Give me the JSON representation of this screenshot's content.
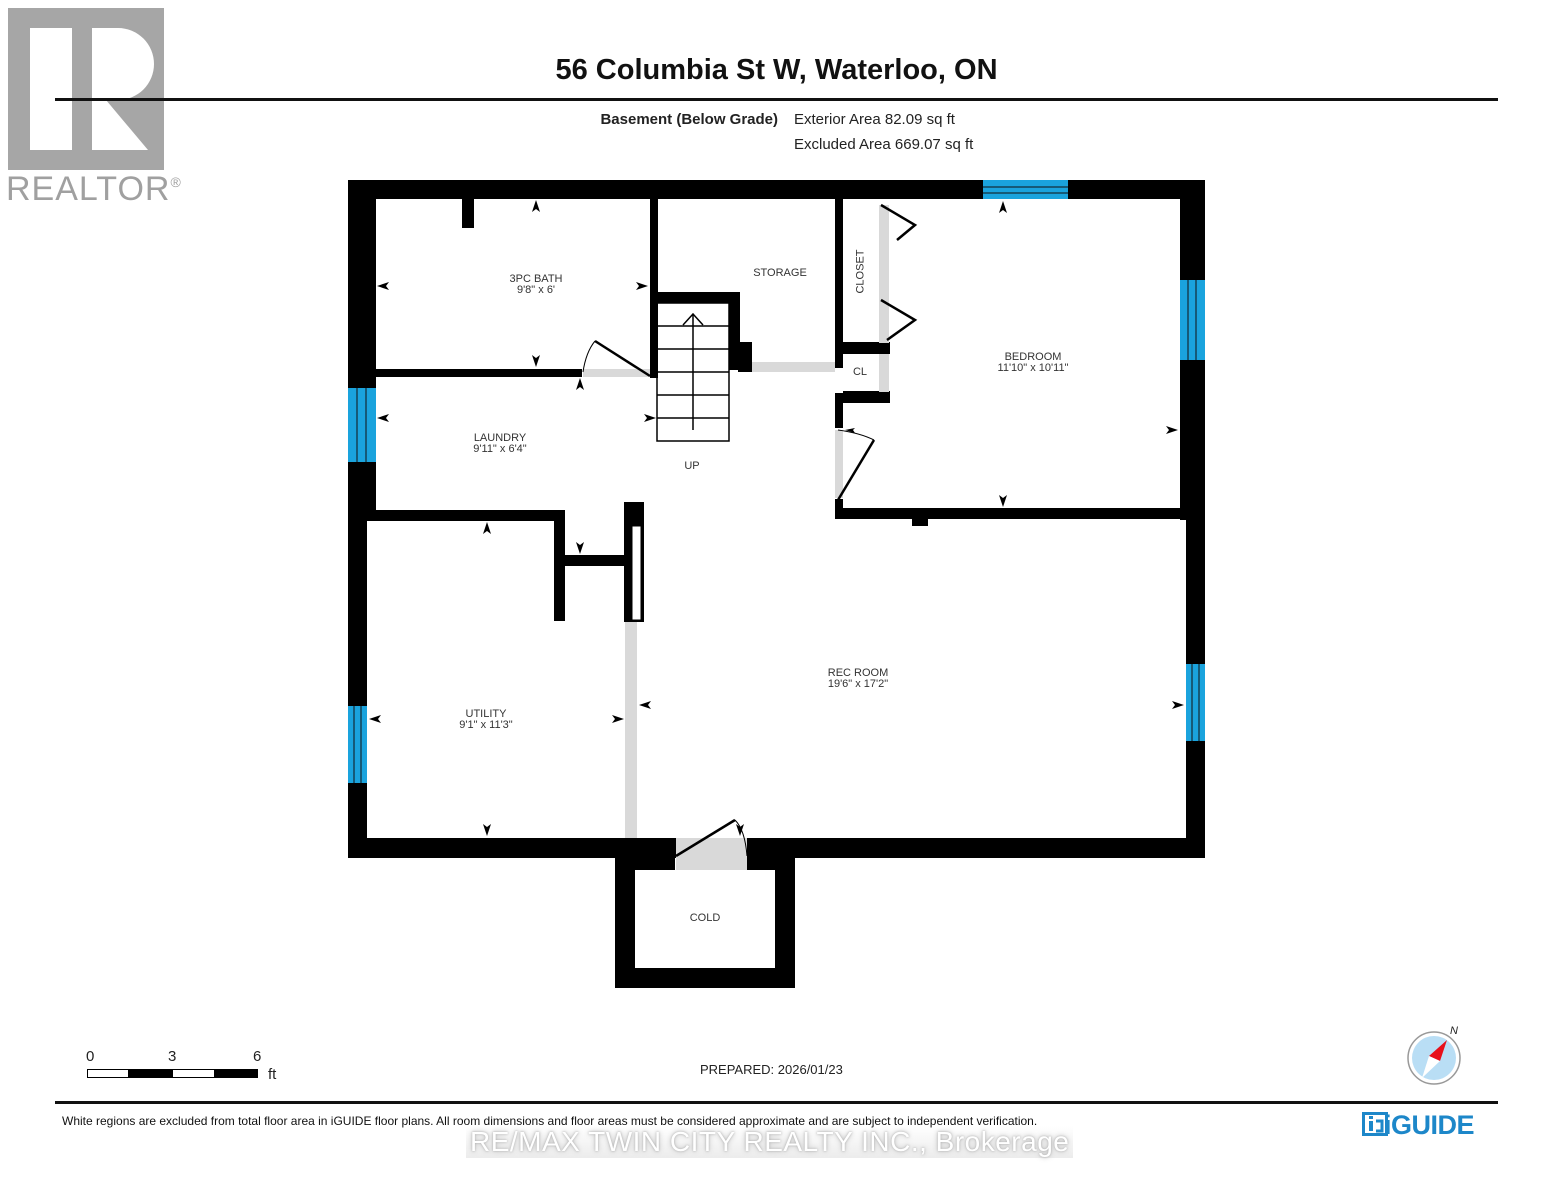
{
  "branding": {
    "realtor_logo_text": "REALTOR",
    "realtor_mark": "®",
    "watermark": "RE/MAX TWIN CITY REALTY INC., Brokerage",
    "iguide_logo": "iGUIDE"
  },
  "header": {
    "title": "56 Columbia St W, Waterloo, ON",
    "floor_label": "Basement (Below Grade)",
    "exterior_area": "Exterior Area 82.09 sq ft",
    "excluded_area": "Excluded Area 669.07 sq ft"
  },
  "rooms": [
    {
      "name": "3PC BATH",
      "dims": "9'8\" x 6'"
    },
    {
      "name": "STORAGE",
      "dims": ""
    },
    {
      "name": "CLOSET",
      "dims": ""
    },
    {
      "name": "CL",
      "dims": ""
    },
    {
      "name": "BEDROOM",
      "dims": "11'10\" x 10'11\""
    },
    {
      "name": "LAUNDRY",
      "dims": "9'11\" x 6'4\""
    },
    {
      "name": "UP",
      "dims": ""
    },
    {
      "name": "UTILITY",
      "dims": "9'1\" x 11'3\""
    },
    {
      "name": "REC ROOM",
      "dims": "19'6\" x 17'2\""
    },
    {
      "name": "COLD",
      "dims": ""
    }
  ],
  "scale": {
    "ticks": [
      "0",
      "3",
      "6"
    ],
    "unit": "ft"
  },
  "compass": {
    "north_label": "N"
  },
  "footer": {
    "prepared": "PREPARED: 2026/01/23",
    "disclaimer": "White regions are excluded from total floor area in iGUIDE floor plans. All room dimensions and floor areas must be considered approximate and are subject to independent verification."
  },
  "colors": {
    "wall": "#000000",
    "window": "#1aa3dd",
    "opening": "#d9d9d9",
    "realtor_gray": "#a0a0a0",
    "iguide_blue": "#1d87c9",
    "compass_red": "#e8101a",
    "compass_face": "#b9def5"
  }
}
